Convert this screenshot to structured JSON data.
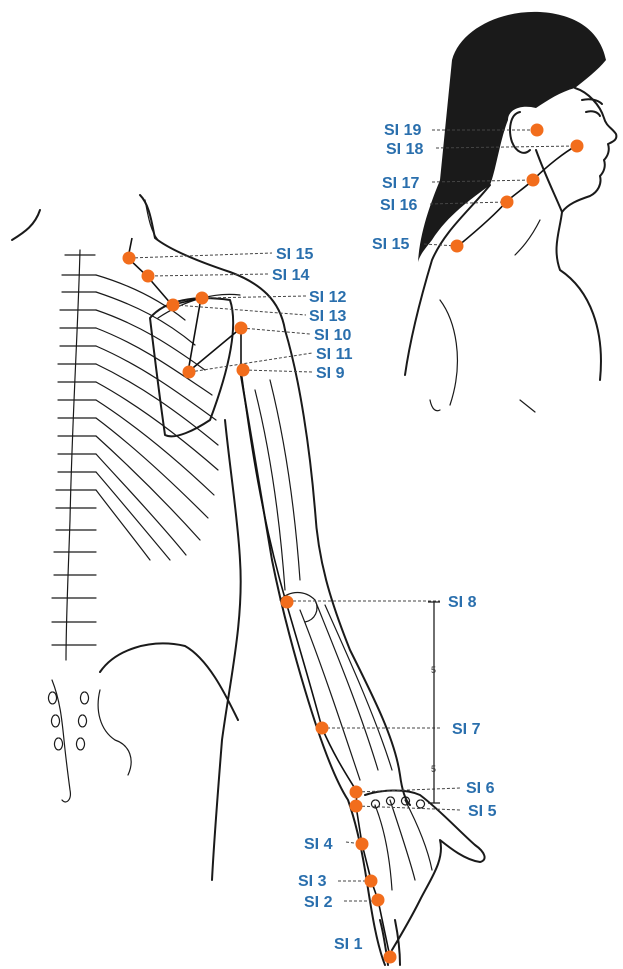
{
  "points": {
    "si1": "SI 1",
    "si2": "SI 2",
    "si3": "SI 3",
    "si4": "SI 4",
    "si5": "SI 5",
    "si6": "SI 6",
    "si7": "SI 7",
    "si8": "SI 8",
    "si9": "SI 9",
    "si10": "SI 10",
    "si11": "SI 11",
    "si12": "SI 12",
    "si13": "SI 13",
    "si14": "SI 14",
    "si15": "SI 15",
    "si16": "SI 16",
    "si17": "SI 17",
    "si18": "SI 18",
    "si19": "SI 19",
    "head_si15": "SI 15"
  },
  "measure": {
    "upper": "5",
    "lower": "5"
  },
  "colors": {
    "point": "#f26d1c",
    "label": "#2a6fad",
    "line": "#1a1a1a"
  }
}
